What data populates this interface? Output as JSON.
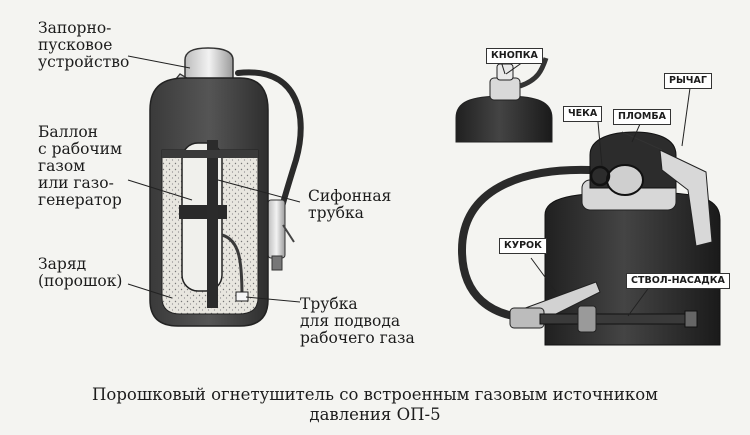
{
  "left_labels": {
    "shutoff_device": [
      "Запорно-",
      "пусковое",
      "устройство"
    ],
    "cylinder": [
      "Баллон",
      "с рабочим",
      "газом",
      "или газо-",
      "генератор"
    ],
    "charge": [
      "Заряд",
      "(порошок)"
    ],
    "siphon_tube": [
      "Сифонная",
      "трубка"
    ],
    "gas_supply_tube": [
      "Трубка",
      "для подвода",
      "рабочего газа"
    ]
  },
  "right_tags": {
    "button": "КНОПКА",
    "lever": "РЫЧАГ",
    "pin": "ЧЕКА",
    "seal": "ПЛОМБА",
    "trigger": "КУРОК",
    "nozzle": "СТВОЛ-НАСАДКА"
  },
  "caption": [
    "Порошковый огнетушитель со встроенным газовым источником",
    "давления ОП-5"
  ]
}
